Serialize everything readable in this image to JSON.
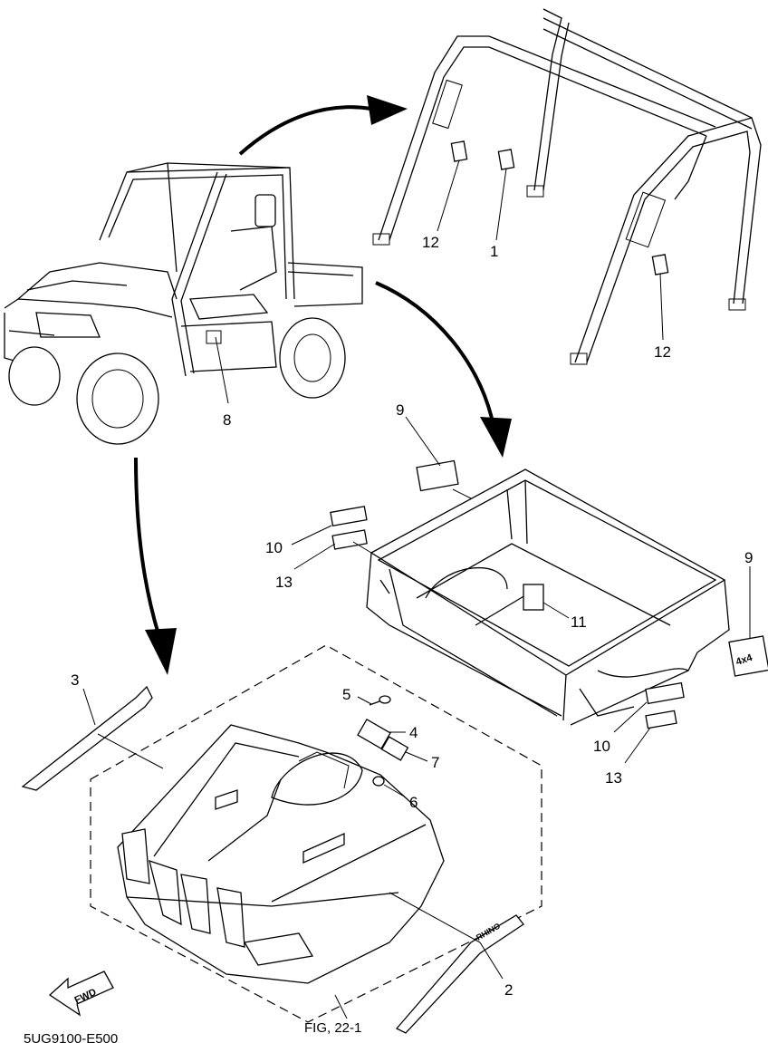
{
  "labels": {
    "p1": "1",
    "p2": "2",
    "p3": "3",
    "p4": "4",
    "p5": "5",
    "p6": "6",
    "p7": "7",
    "p8": "8",
    "p9a": "9",
    "p9b": "9",
    "p10a": "10",
    "p10b": "10",
    "p11": "11",
    "p12a": "12",
    "p12b": "12",
    "p13a": "13",
    "p13b": "13"
  },
  "fig_ref": "FIG, 22-1",
  "fwd_label": "FWD",
  "catalog_code": "5UG9100-E500"
}
